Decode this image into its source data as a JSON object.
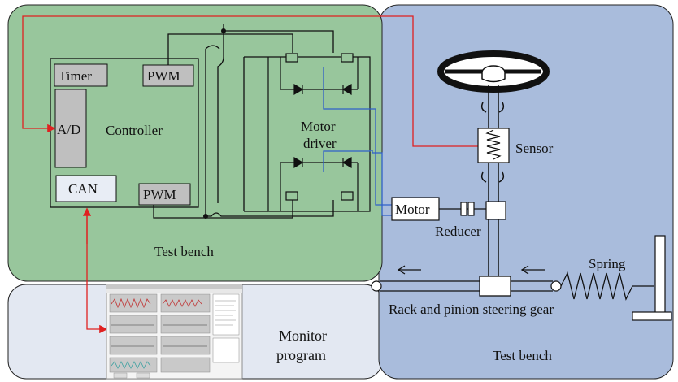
{
  "controller": {
    "timer": "Timer",
    "pwm_top": "PWM",
    "pwm_bottom": "PWM",
    "ad": "A/D",
    "controller": "Controller",
    "can": "CAN"
  },
  "motor_driver": {
    "line1": "Motor",
    "line2": "driver"
  },
  "left_panel": {
    "bench": "Test bench"
  },
  "monitor": {
    "line1": "Monitor",
    "line2": "program"
  },
  "right_panel": {
    "sensor": "Sensor",
    "motor": "Motor",
    "reducer": "Reducer",
    "spring": "Spring",
    "rack": "Rack and pinion steering gear",
    "bench": "Test bench"
  },
  "colors": {
    "green_panel": "#98c69c",
    "blue_panel": "#a9bcdc",
    "monitor_panel": "#e3e8f2",
    "red_wire": "#e02020",
    "blue_wire": "#2f5fc8"
  }
}
